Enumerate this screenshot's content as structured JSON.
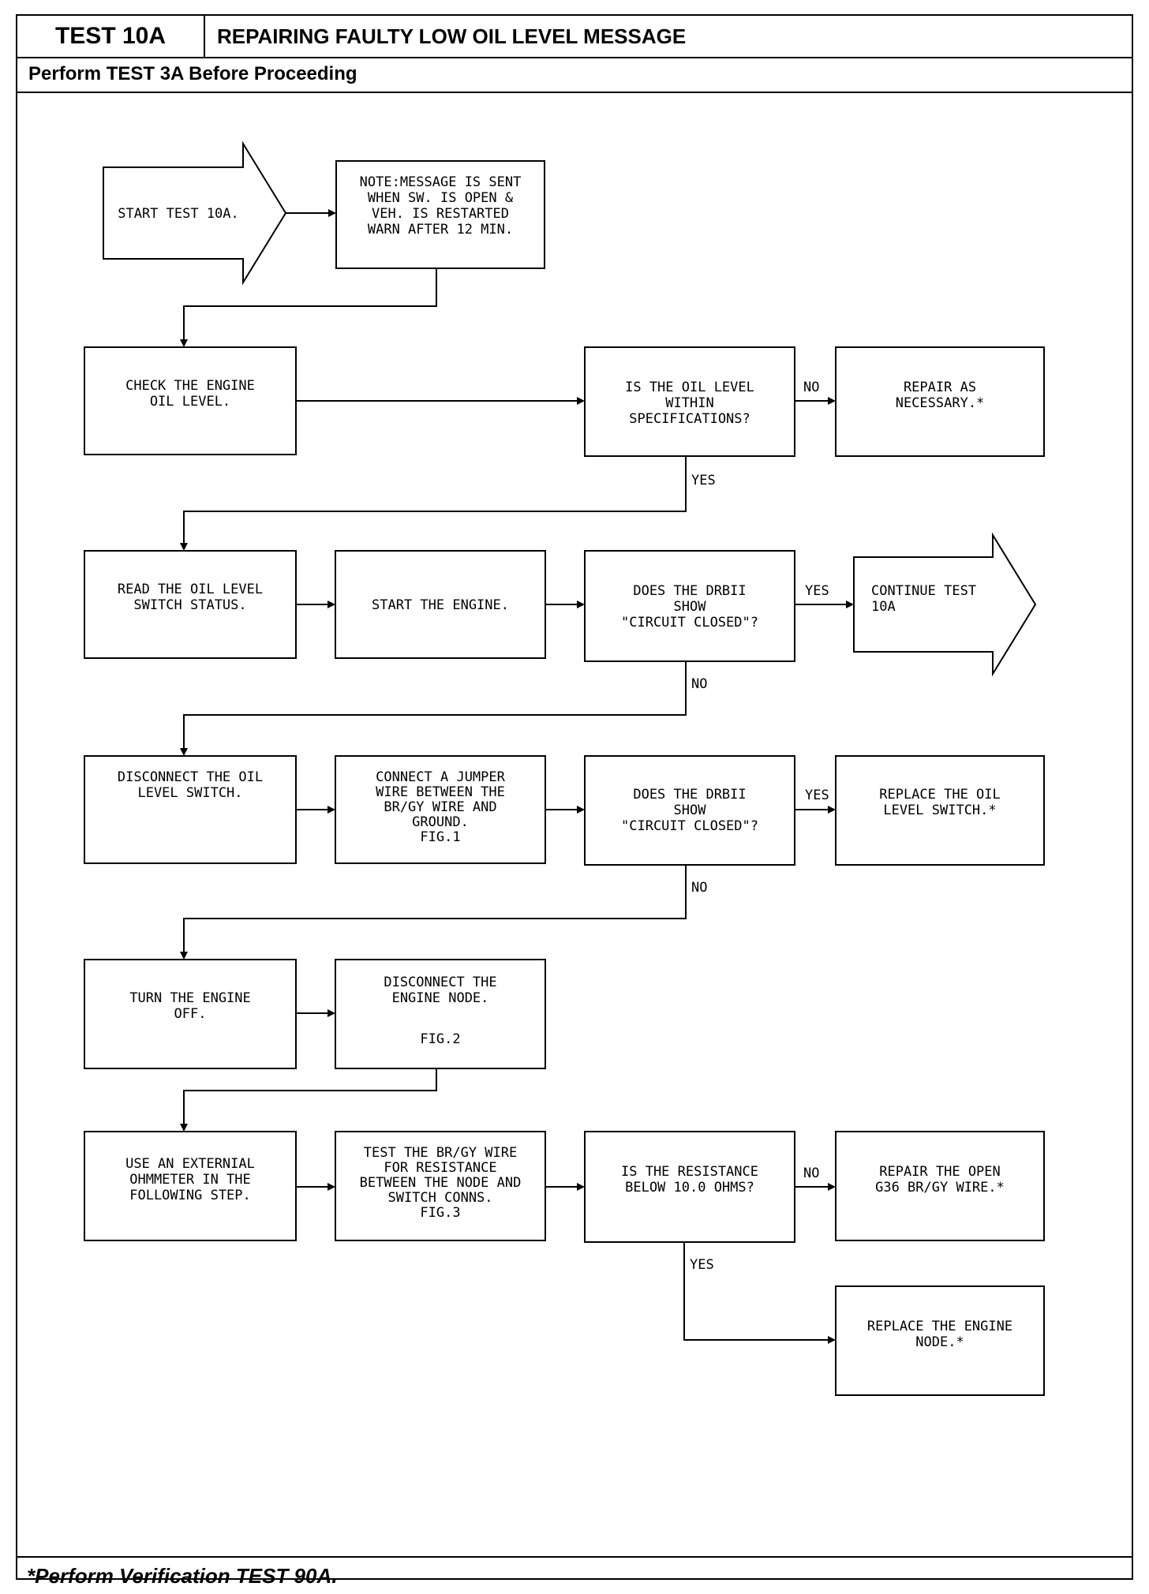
{
  "header": {
    "test_id": "TEST 10A",
    "title": "REPAIRING FAULTY LOW OIL LEVEL MESSAGE",
    "subtitle": "Perform TEST 3A Before Proceeding"
  },
  "footer": {
    "note": "*Perform Verification TEST 90A."
  },
  "flowchart": {
    "start": [
      "START TEST 10A."
    ],
    "note": [
      "NOTE:MESSAGE IS SENT",
      "WHEN SW. IS OPEN &",
      "VEH. IS RESTARTED",
      "WARN AFTER 12 MIN."
    ],
    "check_oil": [
      "CHECK THE ENGINE",
      "OIL LEVEL."
    ],
    "q_oil_level": [
      "IS THE OIL LEVEL",
      "WITHIN",
      "SPECIFICATIONS?"
    ],
    "repair_necessary": [
      "REPAIR AS",
      "NECESSARY.*"
    ],
    "read_switch": [
      "READ THE OIL LEVEL",
      "SWITCH STATUS."
    ],
    "start_engine": [
      "START THE ENGINE."
    ],
    "q_drb_1": [
      "DOES THE DRBII",
      "SHOW",
      "\"CIRCUIT CLOSED\"?"
    ],
    "continue_test": [
      "CONTINUE TEST",
      "10A"
    ],
    "disconnect_switch": [
      "DISCONNECT THE OIL",
      "LEVEL SWITCH."
    ],
    "connect_jumper": [
      "CONNECT A JUMPER",
      "WIRE BETWEEN THE",
      "BR/GY WIRE AND",
      "GROUND.",
      "FIG.1"
    ],
    "q_drb_2": [
      "DOES THE DRBII",
      "SHOW",
      "\"CIRCUIT CLOSED\"?"
    ],
    "replace_switch": [
      "REPLACE THE OIL",
      "LEVEL SWITCH.*"
    ],
    "turn_off": [
      "TURN THE ENGINE",
      "OFF."
    ],
    "disconnect_node": [
      "DISCONNECT THE",
      "ENGINE NODE."
    ],
    "disconnect_node_fig": "FIG.2",
    "use_ohmmeter": [
      "USE AN EXTERNIAL",
      "OHMMETER IN THE",
      "FOLLOWING STEP."
    ],
    "test_wire": [
      "TEST THE BR/GY WIRE",
      "FOR RESISTANCE",
      "BETWEEN THE NODE AND",
      "SWITCH CONNS.",
      "FIG.3"
    ],
    "q_resistance": [
      "IS THE RESISTANCE",
      "BELOW 10.0 OHMS?"
    ],
    "repair_open": [
      "REPAIR THE OPEN",
      "G36 BR/GY WIRE.*"
    ],
    "replace_node": [
      "REPLACE THE ENGINE",
      "NODE.*"
    ],
    "labels": {
      "no_1": "NO",
      "yes_1": "YES",
      "yes_2": "YES",
      "no_2": "NO",
      "yes_3": "YES",
      "no_3": "NO",
      "no_4": "NO",
      "yes_4": "YES"
    }
  }
}
